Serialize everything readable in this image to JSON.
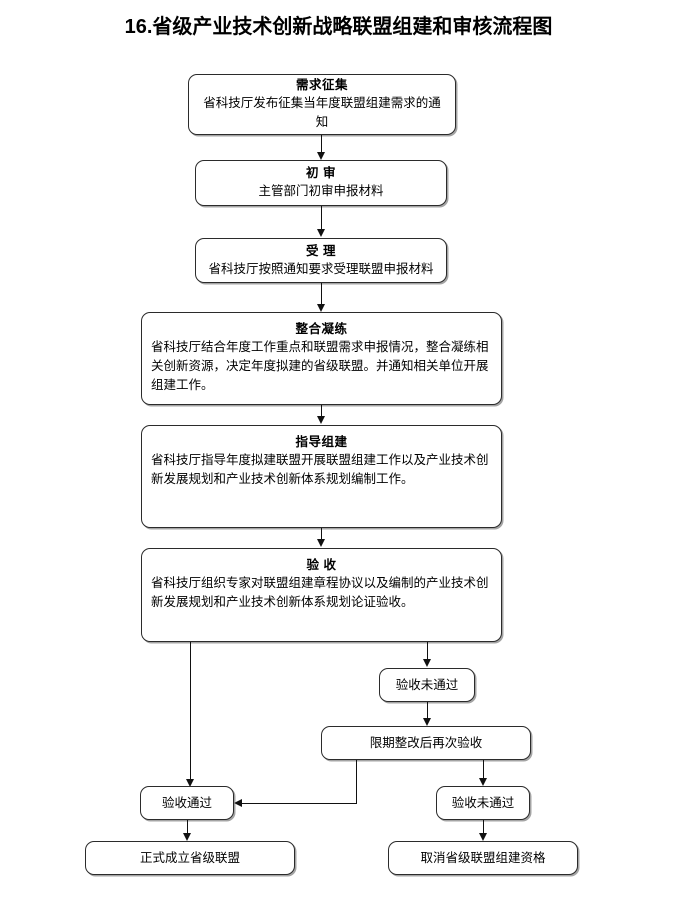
{
  "title": "16.省级产业技术创新战略联盟组建和审核流程图",
  "chart_data": {
    "type": "diagram",
    "title": "16.省级产业技术创新战略联盟组建和审核流程图",
    "diagram_kind": "flowchart",
    "orientation": "top-to-bottom"
  },
  "nodes": {
    "demand": {
      "head": "需求征集",
      "body": "省科技厅发布征集当年度联盟组建需求的通知"
    },
    "preliminary": {
      "head": "初  审",
      "body": "主管部门初审申报材料"
    },
    "acceptance": {
      "head": "受  理",
      "body": "省科技厅按照通知要求受理联盟申报材料"
    },
    "integration": {
      "head": "整合凝练",
      "body": "省科技厅结合年度工作重点和联盟需求申报情况，整合凝练相关创新资源，决定年度拟建的省级联盟。并通知相关单位开展组建工作。"
    },
    "guidance": {
      "head": "指导组建",
      "body": "省科技厅指导年度拟建联盟开展联盟组建工作以及产业技术创新发展规划和产业技术创新体系规划编制工作。"
    },
    "inspection": {
      "head": "验  收",
      "body": "省科技厅组织专家对联盟组建章程协议以及编制的产业技术创新发展规划和产业技术创新体系规划论证验收。"
    },
    "failed_first": {
      "body": "验收未通过"
    },
    "rectify": {
      "body": "限期整改后再次验收"
    },
    "passed": {
      "body": "验收通过"
    },
    "failed_second": {
      "body": "验收未通过"
    },
    "establish": {
      "body": "正式成立省级联盟"
    },
    "cancel": {
      "body": "取消省级联盟组建资格"
    }
  }
}
